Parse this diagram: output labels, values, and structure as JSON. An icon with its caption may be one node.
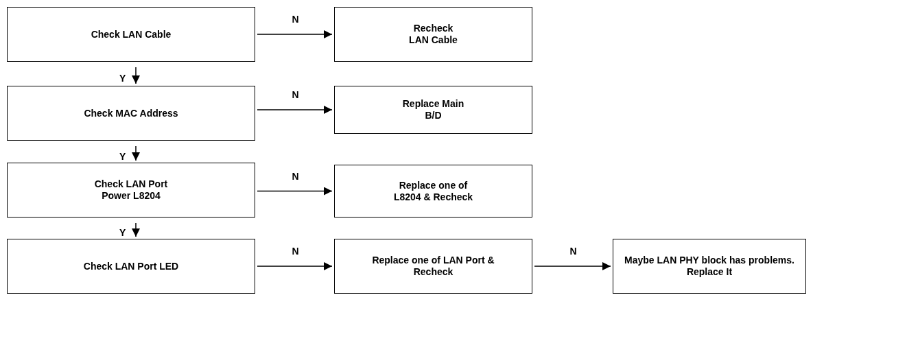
{
  "diagram": {
    "nodes": [
      {
        "text": [
          "Check LAN Cable"
        ]
      },
      {
        "text": [
          "Recheck LAN Cable"
        ]
      },
      {
        "text": [
          "Check MAC Address"
        ]
      },
      {
        "text": [
          "Replace Main B/D"
        ]
      },
      {
        "text": [
          "Check LAN Port Power L8204"
        ]
      },
      {
        "text": [
          "Replace one of L8204 & Recheck"
        ]
      },
      {
        "text": [
          "Check LAN Port LED"
        ]
      },
      {
        "text": [
          "Replace one of LAN Port & Recheck"
        ]
      },
      {
        "text": [
          "Maybe LAN PHY block has problems. Replace It"
        ]
      }
    ],
    "edges": [
      {
        "from": 0,
        "to": 1,
        "arrow": "to",
        "label": "N"
      },
      {
        "from": 0,
        "to": 2,
        "arrow": "to",
        "label": "Y"
      },
      {
        "from": 2,
        "to": 3,
        "arrow": "to",
        "label": "N"
      },
      {
        "from": 2,
        "to": 4,
        "arrow": "to",
        "label": "Y"
      },
      {
        "from": 4,
        "to": 5,
        "arrow": "to",
        "label": "N"
      },
      {
        "from": 4,
        "to": 6,
        "arrow": "to",
        "label": "Y"
      },
      {
        "from": 6,
        "to": 7,
        "arrow": "to",
        "label": "N"
      },
      {
        "from": 7,
        "to": 8,
        "arrow": "to",
        "label": "N"
      }
    ]
  }
}
